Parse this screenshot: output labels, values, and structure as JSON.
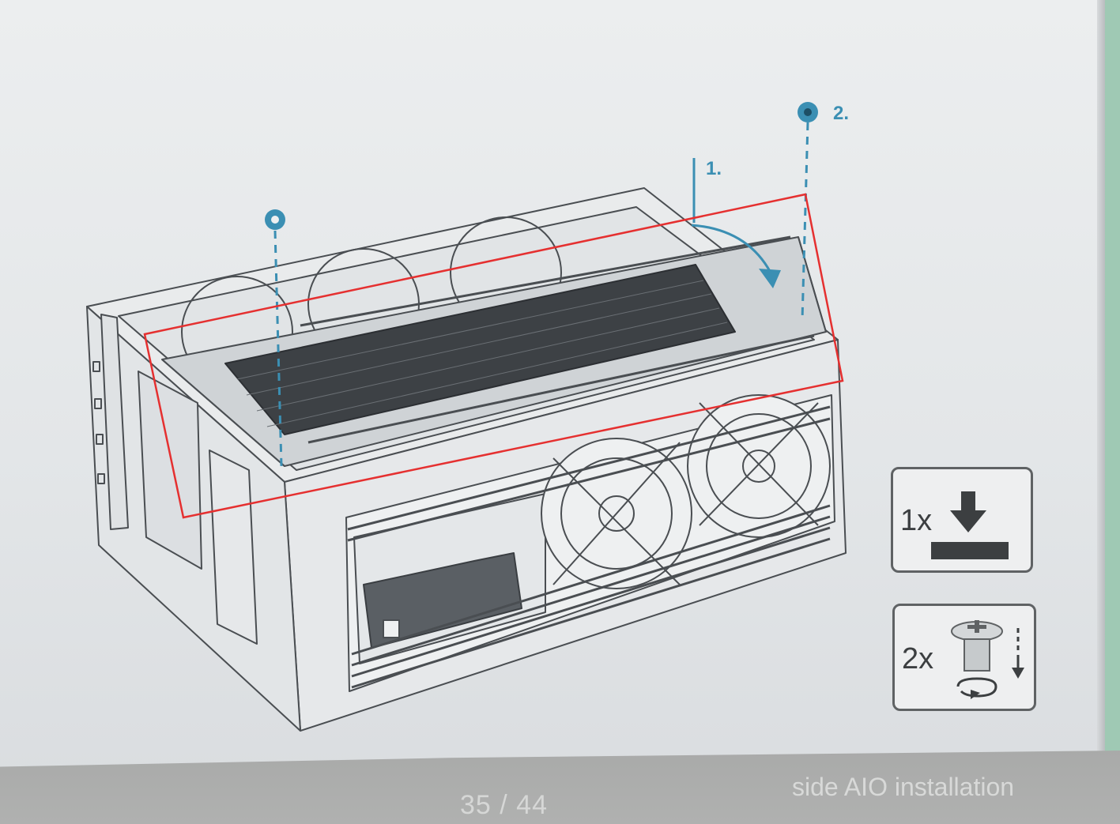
{
  "page": {
    "page_number": "35 / 44",
    "section_title": "side AIO installation"
  },
  "steps": [
    {
      "label": "1."
    },
    {
      "label": "2."
    }
  ],
  "parts": [
    {
      "quantity": "1x",
      "icon": "install-down-arrow-icon"
    },
    {
      "quantity": "2x",
      "icon": "screw-icon"
    }
  ],
  "colors": {
    "accent": "#3b8fb3",
    "highlight_box": "#e53030",
    "line_art": "#4a4e52"
  }
}
